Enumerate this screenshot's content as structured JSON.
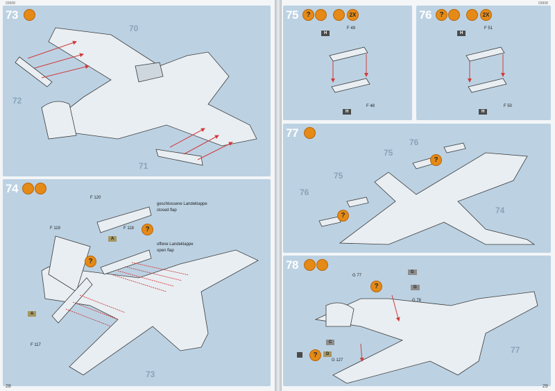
{
  "header": {
    "left": "03908",
    "right": "03908"
  },
  "steps": {
    "s73": {
      "num": "73",
      "parts": [
        "70",
        "72",
        "71"
      ]
    },
    "s74": {
      "num": "74",
      "parts": [
        "73"
      ],
      "labels": {
        "closed_de": "geschlossene Landeklappe",
        "closed_en": "closed flap",
        "open_de": "offene Landeklappe",
        "open_en": "open flap"
      },
      "refs": [
        "F 120",
        "F 119",
        "F 118",
        "F 117"
      ],
      "flags": [
        "A",
        "A"
      ]
    },
    "s75": {
      "num": "75",
      "refs": [
        "F 49",
        "F 48"
      ],
      "flags": [
        "H",
        "H"
      ],
      "badge": "2X"
    },
    "s76": {
      "num": "76",
      "refs": [
        "F 51",
        "F 50"
      ],
      "flags": [
        "H",
        "H"
      ],
      "badge": "2X"
    },
    "s77": {
      "num": "77",
      "parts": [
        "76",
        "75",
        "75",
        "76",
        "74"
      ]
    },
    "s78": {
      "num": "78",
      "parts": [
        "77"
      ],
      "refs": [
        "G 77",
        "G 78",
        "G 127"
      ],
      "flags": [
        "G",
        "G",
        "C",
        "D"
      ]
    }
  },
  "footer": {
    "left_page": "28",
    "right_page": "29"
  },
  "colors": {
    "panel": "#bcd2e3",
    "badge": "#e58a16",
    "arrow": "#d13a3a"
  }
}
